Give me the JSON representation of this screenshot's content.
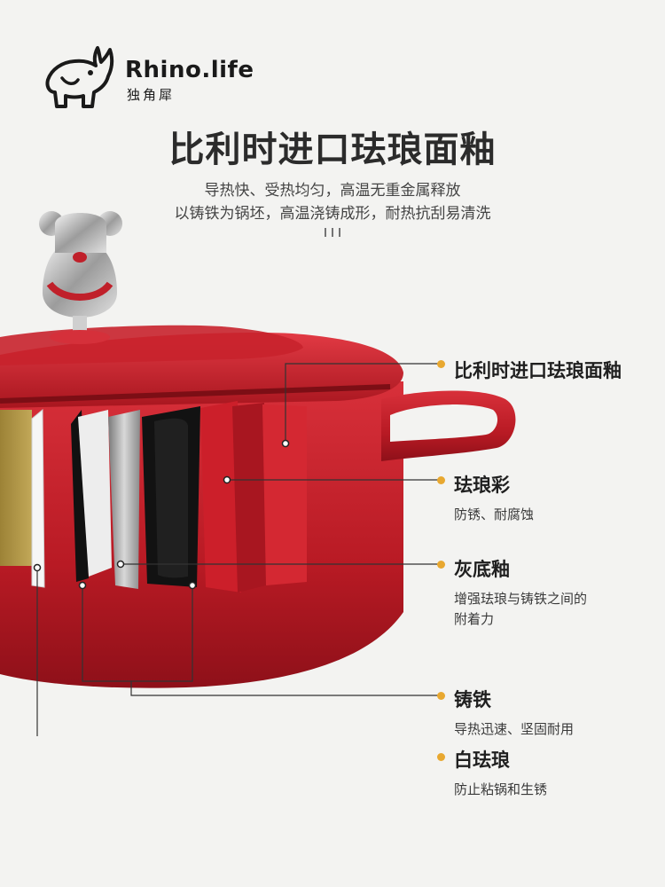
{
  "brand": {
    "name": "Rhino.life",
    "subname": "独角犀"
  },
  "headline": "比利时进口珐琅面釉",
  "subtitle": {
    "line1": "导热快、受热均匀，高温无重金属释放",
    "line2": "以铸铁为锅坯，高温浇铸成形，耐热抗刮易清洗"
  },
  "layers": [
    {
      "title": "比利时进口珐琅面釉",
      "desc": []
    },
    {
      "title": "珐琅彩",
      "desc": [
        "防锈、耐腐蚀"
      ]
    },
    {
      "title": "灰底釉",
      "desc": [
        "增强珐琅与铸铁之间的",
        "附着力"
      ]
    },
    {
      "title": "铸铁",
      "desc": [
        "导热迅速、坚固耐用"
      ]
    },
    {
      "title": "白珐琅",
      "desc": [
        "防止粘锅和生锈"
      ]
    }
  ],
  "colors": {
    "pot_red": "#c0202a",
    "accent_dot": "#e8a830",
    "cast_iron": "#111111",
    "gold_interior": "#b49a4a"
  },
  "icons": {
    "logo": "rhino-icon",
    "knob": "bear-knob-icon"
  }
}
